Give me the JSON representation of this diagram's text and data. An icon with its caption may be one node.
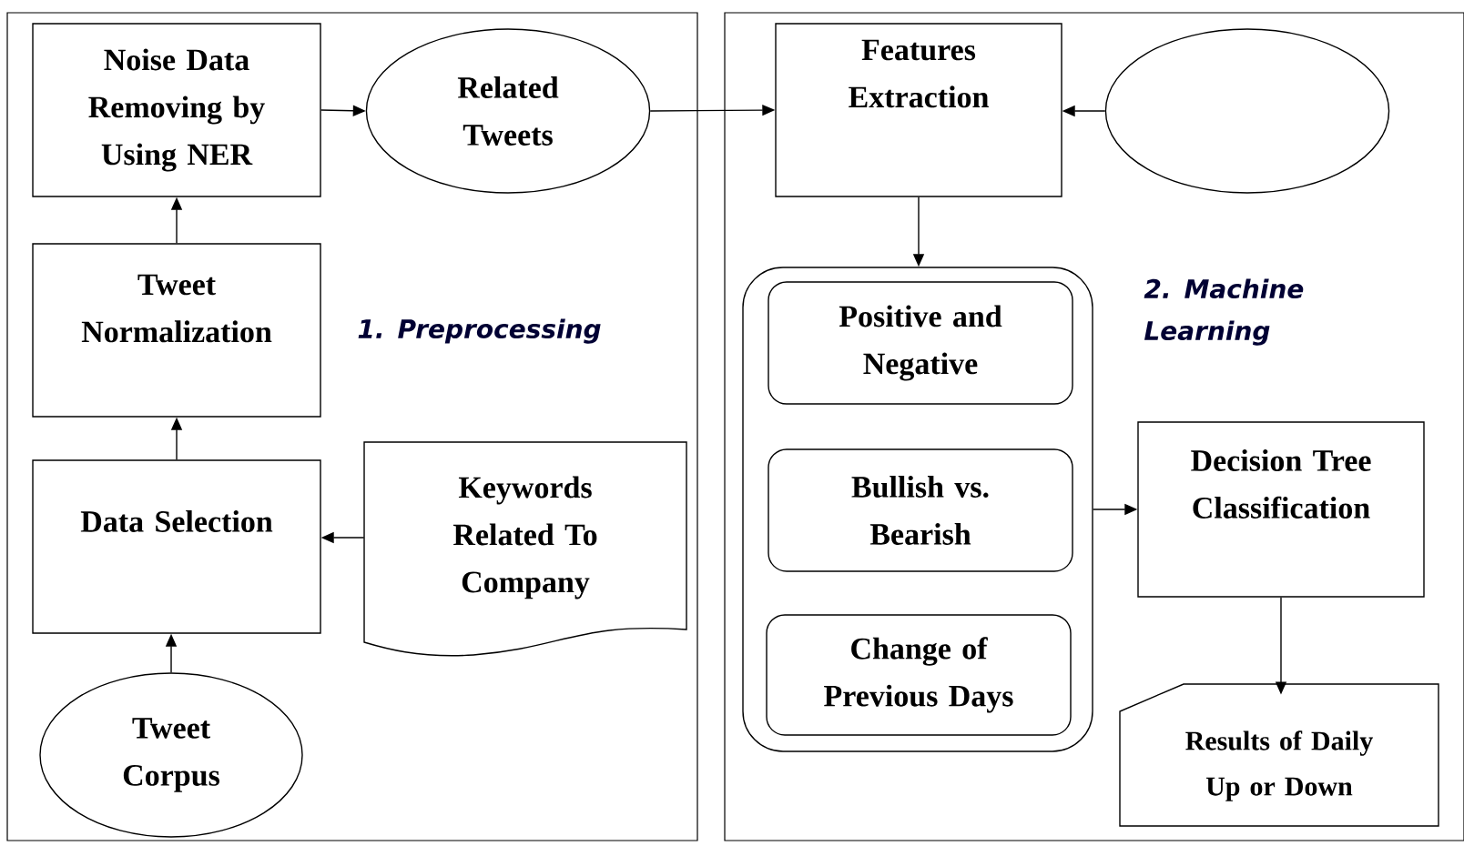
{
  "diagram": {
    "nodes": [
      {
        "text": [
          "1. Preprocessing"
        ]
      },
      {
        "text": [
          "Noise Data Removing by Using NER"
        ],
        "in": 0
      },
      {
        "text": [
          "Related Tweets"
        ],
        "in": 0
      },
      {
        "text": [
          "Tweet Normalization"
        ],
        "in": 0
      },
      {
        "text": [
          "Data Selection"
        ],
        "in": 0
      },
      {
        "text": [
          "Keywords Related To Company"
        ],
        "in": 0
      },
      {
        "text": [
          "Tweet Corpus"
        ],
        "in": 0
      },
      {
        "text": [
          "2. Machine Learning"
        ]
      },
      {
        "text": [
          "Features Extraction"
        ],
        "in": 7
      },
      {
        "text": [],
        "shape": "circle",
        "in": 7
      },
      {
        "text": [],
        "shape": "box",
        "in": 7
      },
      {
        "text": [
          "Positive and Negative"
        ],
        "in": 10
      },
      {
        "text": [
          "Bullish vs. Bearish"
        ],
        "in": 10
      },
      {
        "text": [
          "Change of Previous Days"
        ],
        "in": 10
      },
      {
        "text": [
          "Decision Tree Classification"
        ],
        "in": 7
      },
      {
        "text": [
          "Results of Daily Up or Down"
        ],
        "in": 7
      }
    ],
    "edges": [
      {
        "from": 1,
        "to": 2,
        "arrow": "to"
      },
      {
        "from": 3,
        "to": 1,
        "arrow": "to"
      },
      {
        "from": 4,
        "to": 3,
        "arrow": "to"
      },
      {
        "from": 5,
        "to": 4,
        "arrow": "to"
      },
      {
        "from": 6,
        "to": 4,
        "arrow": "to"
      },
      {
        "from": 2,
        "to": 8,
        "arrow": "to"
      },
      {
        "from": 9,
        "to": 8,
        "arrow": "to"
      },
      {
        "from": 8,
        "to": 10,
        "arrow": "to"
      },
      {
        "from": 10,
        "to": 14,
        "arrow": "to"
      },
      {
        "from": 14,
        "to": 15,
        "arrow": "to"
      }
    ]
  }
}
